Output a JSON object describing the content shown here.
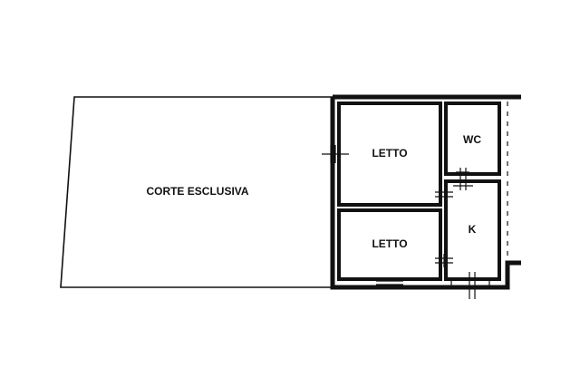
{
  "rooms": {
    "courtyard": "CORTE ESCLUSIVA",
    "bedroom_1": "LETTO",
    "bedroom_2": "LETTO",
    "bathroom": "WC",
    "kitchen": "K"
  },
  "colors": {
    "background": "#ffffff",
    "ink": "#111111"
  }
}
